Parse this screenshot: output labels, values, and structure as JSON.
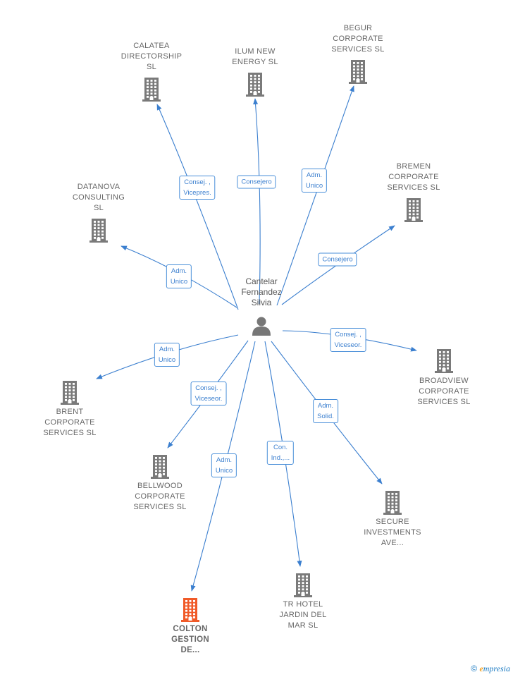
{
  "person": {
    "lines": [
      "Cantelar",
      "Fernandez",
      "Silvia"
    ]
  },
  "companies": [
    {
      "id": "calatea",
      "lines": [
        "CALATEA",
        "DIRECTORSHIP",
        "SL"
      ],
      "highlight": false
    },
    {
      "id": "ilum",
      "lines": [
        "ILUM NEW",
        "ENERGY  SL"
      ],
      "highlight": false
    },
    {
      "id": "begur",
      "lines": [
        "BEGUR",
        "CORPORATE",
        "SERVICES  SL"
      ],
      "highlight": false
    },
    {
      "id": "bremen",
      "lines": [
        "BREMEN",
        "CORPORATE",
        "SERVICES  SL"
      ],
      "highlight": false
    },
    {
      "id": "datanova",
      "lines": [
        "DATANOVA",
        "CONSULTING",
        "SL"
      ],
      "highlight": false
    },
    {
      "id": "broadview",
      "lines": [
        "BROADVIEW",
        "CORPORATE",
        "SERVICES  SL"
      ],
      "highlight": false
    },
    {
      "id": "brent",
      "lines": [
        "BRENT",
        "CORPORATE",
        "SERVICES  SL"
      ],
      "highlight": false
    },
    {
      "id": "bellwood",
      "lines": [
        "BELLWOOD",
        "CORPORATE",
        "SERVICES  SL"
      ],
      "highlight": false
    },
    {
      "id": "secure",
      "lines": [
        "SECURE",
        "INVESTMENTS",
        "AVE..."
      ],
      "highlight": false
    },
    {
      "id": "trhotel",
      "lines": [
        "TR HOTEL",
        "JARDIN DEL",
        "MAR SL"
      ],
      "highlight": false
    },
    {
      "id": "colton",
      "lines": [
        "COLTON",
        "GESTION",
        "DE..."
      ],
      "highlight": true
    }
  ],
  "edges": [
    {
      "to": "calatea",
      "lines": [
        "Consej. ,",
        "Vicepres."
      ]
    },
    {
      "to": "ilum",
      "lines": [
        "Consejero"
      ]
    },
    {
      "to": "begur",
      "lines": [
        "Adm.",
        "Unico"
      ]
    },
    {
      "to": "bremen",
      "lines": [
        "Consejero"
      ]
    },
    {
      "to": "datanova",
      "lines": [
        "Adm.",
        "Unico"
      ]
    },
    {
      "to": "broadview",
      "lines": [
        "Consej. ,",
        "Viceseor."
      ]
    },
    {
      "to": "brent",
      "lines": [
        "Adm.",
        "Unico"
      ]
    },
    {
      "to": "bellwood",
      "lines": [
        "Consej. ,",
        "Viceseor."
      ]
    },
    {
      "to": "secure",
      "lines": [
        "Adm.",
        "Solid."
      ]
    },
    {
      "to": "trhotel",
      "lines": [
        "Con.",
        "Ind.,..."
      ]
    },
    {
      "to": "colton",
      "lines": [
        "Adm.",
        "Unico"
      ]
    }
  ],
  "colors": {
    "edge": "#3b7fcf",
    "building": "#7a7a7a",
    "highlight": "#f05a28",
    "person": "#777777"
  },
  "footer": {
    "copyright": "©",
    "brand_e": "e",
    "brand_rest": "mpresia"
  }
}
